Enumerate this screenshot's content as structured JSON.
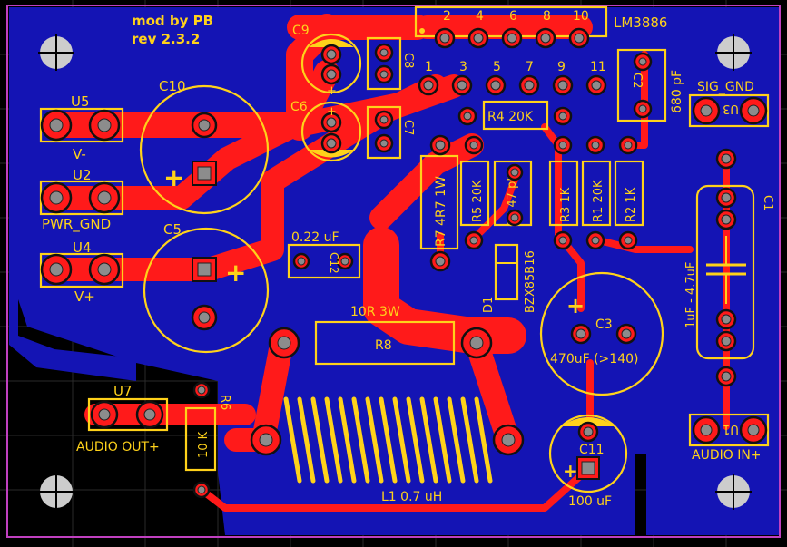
{
  "board": {
    "header": [
      "mod by PB",
      "rev 2.3.2"
    ],
    "colors": {
      "bottom_copper": "#1414b4",
      "top_copper": "#ff1a1a",
      "silkscreen": "#ffd21a",
      "background": "#000000"
    }
  },
  "labels": {
    "c9": "C9",
    "c8": "C8",
    "c6": "C6",
    "c7": "C7",
    "c10": "C10",
    "c5": "C5",
    "c12": "C12",
    "c12_val": "0.22 uF",
    "u5": "U5",
    "u5_net": "V-",
    "u2": "U2",
    "u2_net": "PWR_GND",
    "u4": "U4",
    "u4_net": "V+",
    "u7": "U7",
    "u7_net": "AUDIO OUT+",
    "r6": "R6",
    "r6_val": "10 K",
    "r8": "R8",
    "r8_val": "10R 3W",
    "l1": "L1  0.7 uH",
    "lm": "LM3886",
    "pin2": "2",
    "pin4": "4",
    "pin6": "6",
    "pin8": "8",
    "pin10": "10",
    "pin1": "1",
    "pin3": "3",
    "pin5": "5",
    "pin7": "7",
    "pin9": "9",
    "pin11": "11",
    "r4": "R4  20K",
    "c2": "C2",
    "c2_val": "680 pF",
    "sig_gnd": "SIG_GND",
    "u3": "U3",
    "r7": "R7  4R7  1W",
    "r5": "R5  20K",
    "c4": "C4   47 pF",
    "r3": "R3   1K",
    "r1": "R1  20K",
    "r2": "R2   1K",
    "d1": "D1",
    "d1_val": "BZX85B16",
    "c3": "C3",
    "c3_val": "470uF (>140)",
    "c1": "C1",
    "c1_val": "1uF - 4.7uF",
    "u1": "U1",
    "u1_net": "AUDIO IN+",
    "c11": "C11",
    "c11_val": "100 uF",
    "plus": "+"
  }
}
